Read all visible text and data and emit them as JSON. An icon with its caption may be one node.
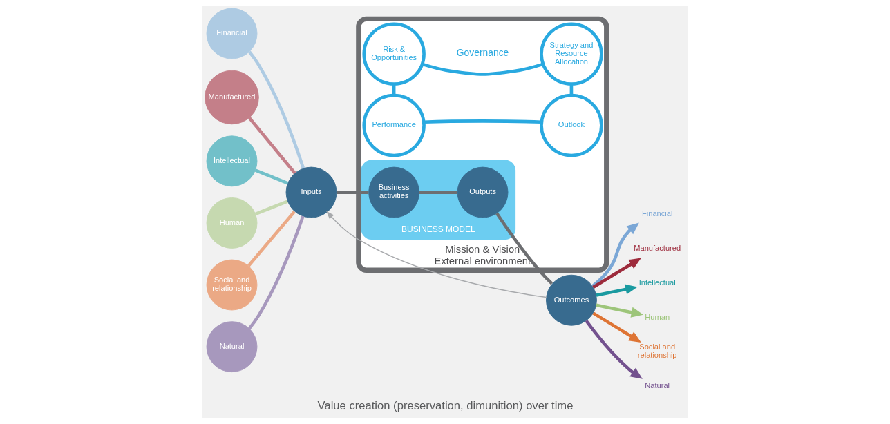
{
  "diagram": {
    "caption": "Value creation (preservation, dimunition) over time",
    "nodes": [
      {
        "text": [
          "Financial"
        ]
      },
      {
        "text": [
          "Manufactured"
        ]
      },
      {
        "text": [
          "Intellectual"
        ]
      },
      {
        "text": [
          "Human"
        ]
      },
      {
        "text": [
          "Social and relationship"
        ]
      },
      {
        "text": [
          "Natural"
        ]
      },
      {
        "text": [
          "Inputs"
        ]
      },
      {
        "text": [
          "Mission & Vision",
          "External environment"
        ]
      },
      {
        "text": [
          "Risk & Opportunities"
        ],
        "in": 7
      },
      {
        "text": [
          "Strategy and Resource Allocation"
        ],
        "in": 7
      },
      {
        "text": [
          "BUSINESS MODEL"
        ],
        "in": 7
      },
      {
        "text": [
          "Business activities"
        ],
        "in": 10
      },
      {
        "text": [
          "Outputs"
        ],
        "in": 10
      },
      {
        "text": [
          "Performance"
        ],
        "in": 7
      },
      {
        "text": [
          "Outlook"
        ],
        "in": 7
      },
      {
        "text": [
          "Outcomes"
        ]
      },
      {
        "text": [
          "Financial"
        ]
      },
      {
        "text": [
          "Manufactured"
        ]
      },
      {
        "text": [
          "Intellectual"
        ]
      },
      {
        "text": [
          "Human"
        ]
      },
      {
        "text": [
          "Social and relationship"
        ]
      },
      {
        "text": [
          "Natural"
        ]
      }
    ],
    "edges": [
      {
        "from": 0,
        "to": 6,
        "arrow": "none",
        "color": "#aecbe3"
      },
      {
        "from": 1,
        "to": 6,
        "arrow": "none",
        "color": "#c47f89"
      },
      {
        "from": 2,
        "to": 6,
        "arrow": "none",
        "color": "#72c0c9"
      },
      {
        "from": 3,
        "to": 6,
        "arrow": "none",
        "color": "#c6d9b0"
      },
      {
        "from": 4,
        "to": 6,
        "arrow": "none",
        "color": "#eba985"
      },
      {
        "from": 5,
        "to": 6,
        "arrow": "none",
        "color": "#a798bd"
      },
      {
        "from": 6,
        "to": 11,
        "arrow": "none",
        "color": "#6d6e71"
      },
      {
        "from": 11,
        "to": 12,
        "arrow": "none",
        "color": "#6d6e71"
      },
      {
        "from": 12,
        "to": 15,
        "arrow": "none",
        "color": "#6d6e71"
      },
      {
        "from": 8,
        "to": 9,
        "arrow": "none",
        "color": "#29a9e0"
      },
      {
        "from": 9,
        "to": 14,
        "arrow": "none",
        "color": "#29a9e0"
      },
      {
        "from": 14,
        "to": 13,
        "arrow": "none",
        "color": "#29a9e0"
      },
      {
        "from": 13,
        "to": 8,
        "arrow": "none",
        "color": "#29a9e0"
      },
      {
        "from": 15,
        "to": 16,
        "arrow": "to",
        "color": "#7ba7d6"
      },
      {
        "from": 15,
        "to": 17,
        "arrow": "to",
        "color": "#9d2b3c"
      },
      {
        "from": 15,
        "to": 18,
        "arrow": "to",
        "color": "#1a9aa0"
      },
      {
        "from": 15,
        "to": 19,
        "arrow": "to",
        "color": "#9dc57a"
      },
      {
        "from": 15,
        "to": 20,
        "arrow": "to",
        "color": "#de7434"
      },
      {
        "from": 15,
        "to": 21,
        "arrow": "to",
        "color": "#73518e"
      },
      {
        "from": 15,
        "to": 6,
        "arrow": "to",
        "color": "#a7a9ac"
      }
    ],
    "labels": [
      "Governance"
    ]
  }
}
